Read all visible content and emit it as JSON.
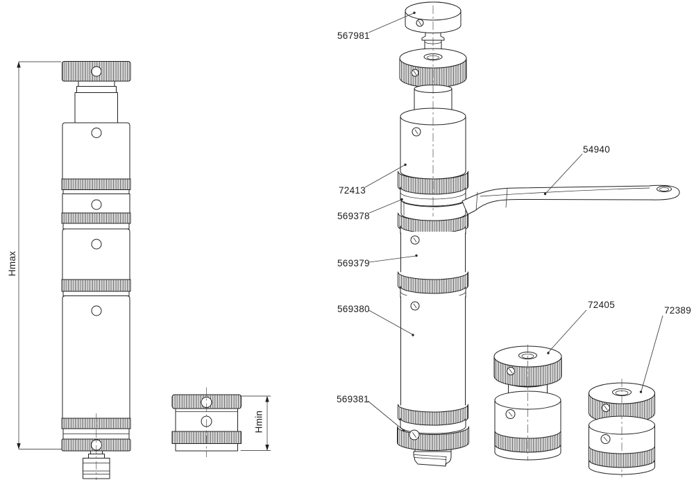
{
  "drawing": {
    "dimension_labels": {
      "max_height": "Hmax",
      "min_height": "Hmin"
    },
    "part_numbers": {
      "top_cap": "567981",
      "upper_tube": "72413",
      "clamp_collar": "569378",
      "middle_tube": "569379",
      "lower_tube": "569380",
      "base_collar": "569381",
      "clamp_lever": "54940",
      "riser_adapter": "72405",
      "flat_adapter": "72389"
    }
  }
}
